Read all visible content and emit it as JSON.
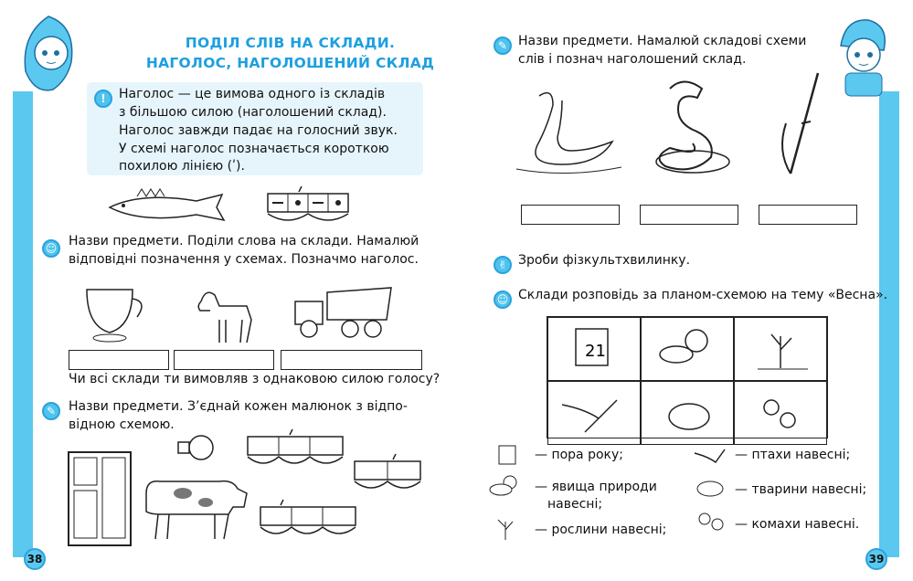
{
  "colors": {
    "accent": "#1e9fe0",
    "stripe": "#5bc8f0",
    "rule_bg": "#e6f5fc"
  },
  "left": {
    "title_line1": "ПОДІЛ СЛІВ НА СКЛАДИ.",
    "title_line2": "НАГОЛОС, НАГОЛОШЕНИЙ СКЛАД",
    "rule_lines": [
      "Наголос — це вимова одного із складів",
      "з більшою силою (наголошений склад).",
      "Наголос завжди падає на голосний звук.",
      "У схемі наголос позначається короткою",
      "похилою лінією (ʹ)."
    ],
    "task1_lines": [
      "Назви предмети. Поділи слова на склади. Намалюй",
      "відповідні позначення у схемах. Позначмо наголос."
    ],
    "question": "Чи всі склади ти вимовляв з однаковою силою голосу?",
    "task2_lines": [
      "Назви предмети. З’єднай кожен малюнок з відпо-",
      "відною схемою."
    ],
    "page_number": "38"
  },
  "right": {
    "task1_lines": [
      "Назви предмети. Намалюй складові схеми",
      "слів і познач наголошений склад."
    ],
    "task2": "Зроби фізкультхвилинку.",
    "task3": "Склади розповідь за планом-схемою на тему «Весна».",
    "legend": [
      {
        "text": "— пора року;"
      },
      {
        "text": "— явища природи"
      },
      {
        "text": "навесні;"
      },
      {
        "text": "— рослини навесні;"
      },
      {
        "text": "— птахи навесні;"
      },
      {
        "text": "— тварини навесні;"
      },
      {
        "text": "— комахи навесні."
      }
    ],
    "page_number": "39"
  }
}
